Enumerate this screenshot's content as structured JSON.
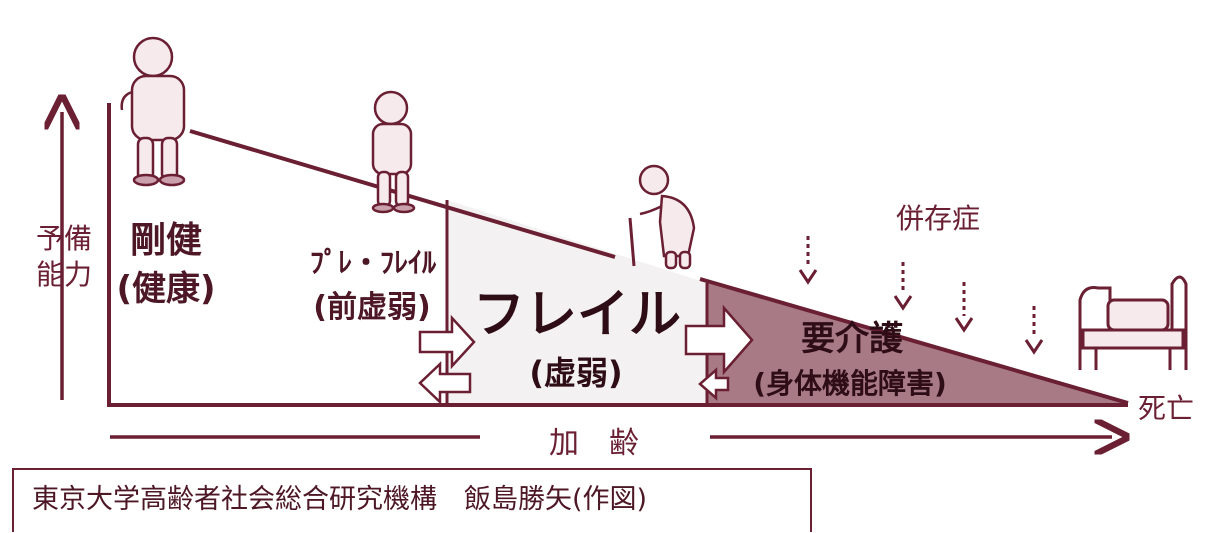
{
  "axes": {
    "y_label_line1": "予備",
    "y_label_line2": "能力",
    "x_label": "加　齢"
  },
  "stages": {
    "robust": {
      "title": "剛健",
      "subtitle": "(健康)"
    },
    "prefrail": {
      "title": "ﾌﾟﾚ・ﾌﾚｲﾙ",
      "subtitle": "(前虚弱)"
    },
    "frail": {
      "title": "フレイル",
      "subtitle": "(虚弱)"
    },
    "care": {
      "title": "要介護",
      "subtitle": "(身体機能障害)"
    }
  },
  "comorbidity_label": "併存症",
  "death_label": "死亡",
  "credit": "東京大学高齢者社会総合研究機構　飯島勝矢(作図)",
  "colors": {
    "line": "#6a1f33",
    "frail_fill": "#f3f1f1",
    "care_fill": "#a87a86",
    "text": "#4d1726"
  },
  "icons": [
    "robust-elderly-man-icon",
    "prefrail-elderly-man-icon",
    "frail-elderly-person-with-cane-icon",
    "bed-icon",
    "right-arrow-icon",
    "left-arrow-icon",
    "down-dotted-arrow-icon"
  ]
}
